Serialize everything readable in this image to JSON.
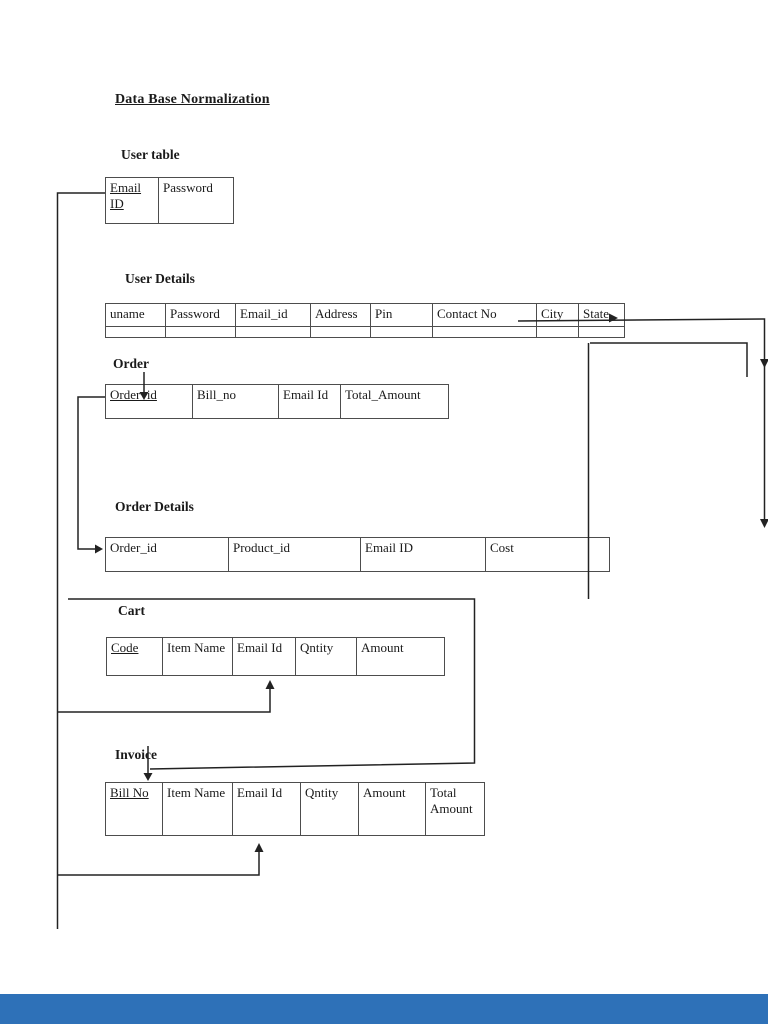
{
  "colors": {
    "line": "#222222",
    "tb": "#4d4d4d",
    "footer": "#2e71b8",
    "text": "#1a1a1a"
  },
  "document": {
    "title": "Data Base Normalization",
    "tables": {
      "user": {
        "heading": "User table",
        "columns": [
          "Email ID",
          "Password"
        ]
      },
      "user_details": {
        "heading": "User Details",
        "columns": [
          "uname",
          "Password",
          "Email_id",
          "Address",
          "Pin",
          "Contact No",
          "City",
          "State"
        ]
      },
      "order": {
        "heading": "Order",
        "columns": [
          "Order_id",
          "Bill_no",
          "Email Id",
          "Total_Amount"
        ]
      },
      "order_details": {
        "heading": "Order Details",
        "columns": [
          "Order_id",
          "Product_id",
          "Email ID",
          "Cost"
        ]
      },
      "cart": {
        "heading": "Cart",
        "columns": [
          "Code",
          "Item Name",
          "Email Id",
          "Qntity",
          "Amount"
        ]
      },
      "invoice": {
        "heading": "Invoice",
        "columns": [
          "Bill No",
          "Item Name",
          "Email Id",
          "Qntity",
          "Amount",
          "Total Amount"
        ]
      }
    }
  }
}
